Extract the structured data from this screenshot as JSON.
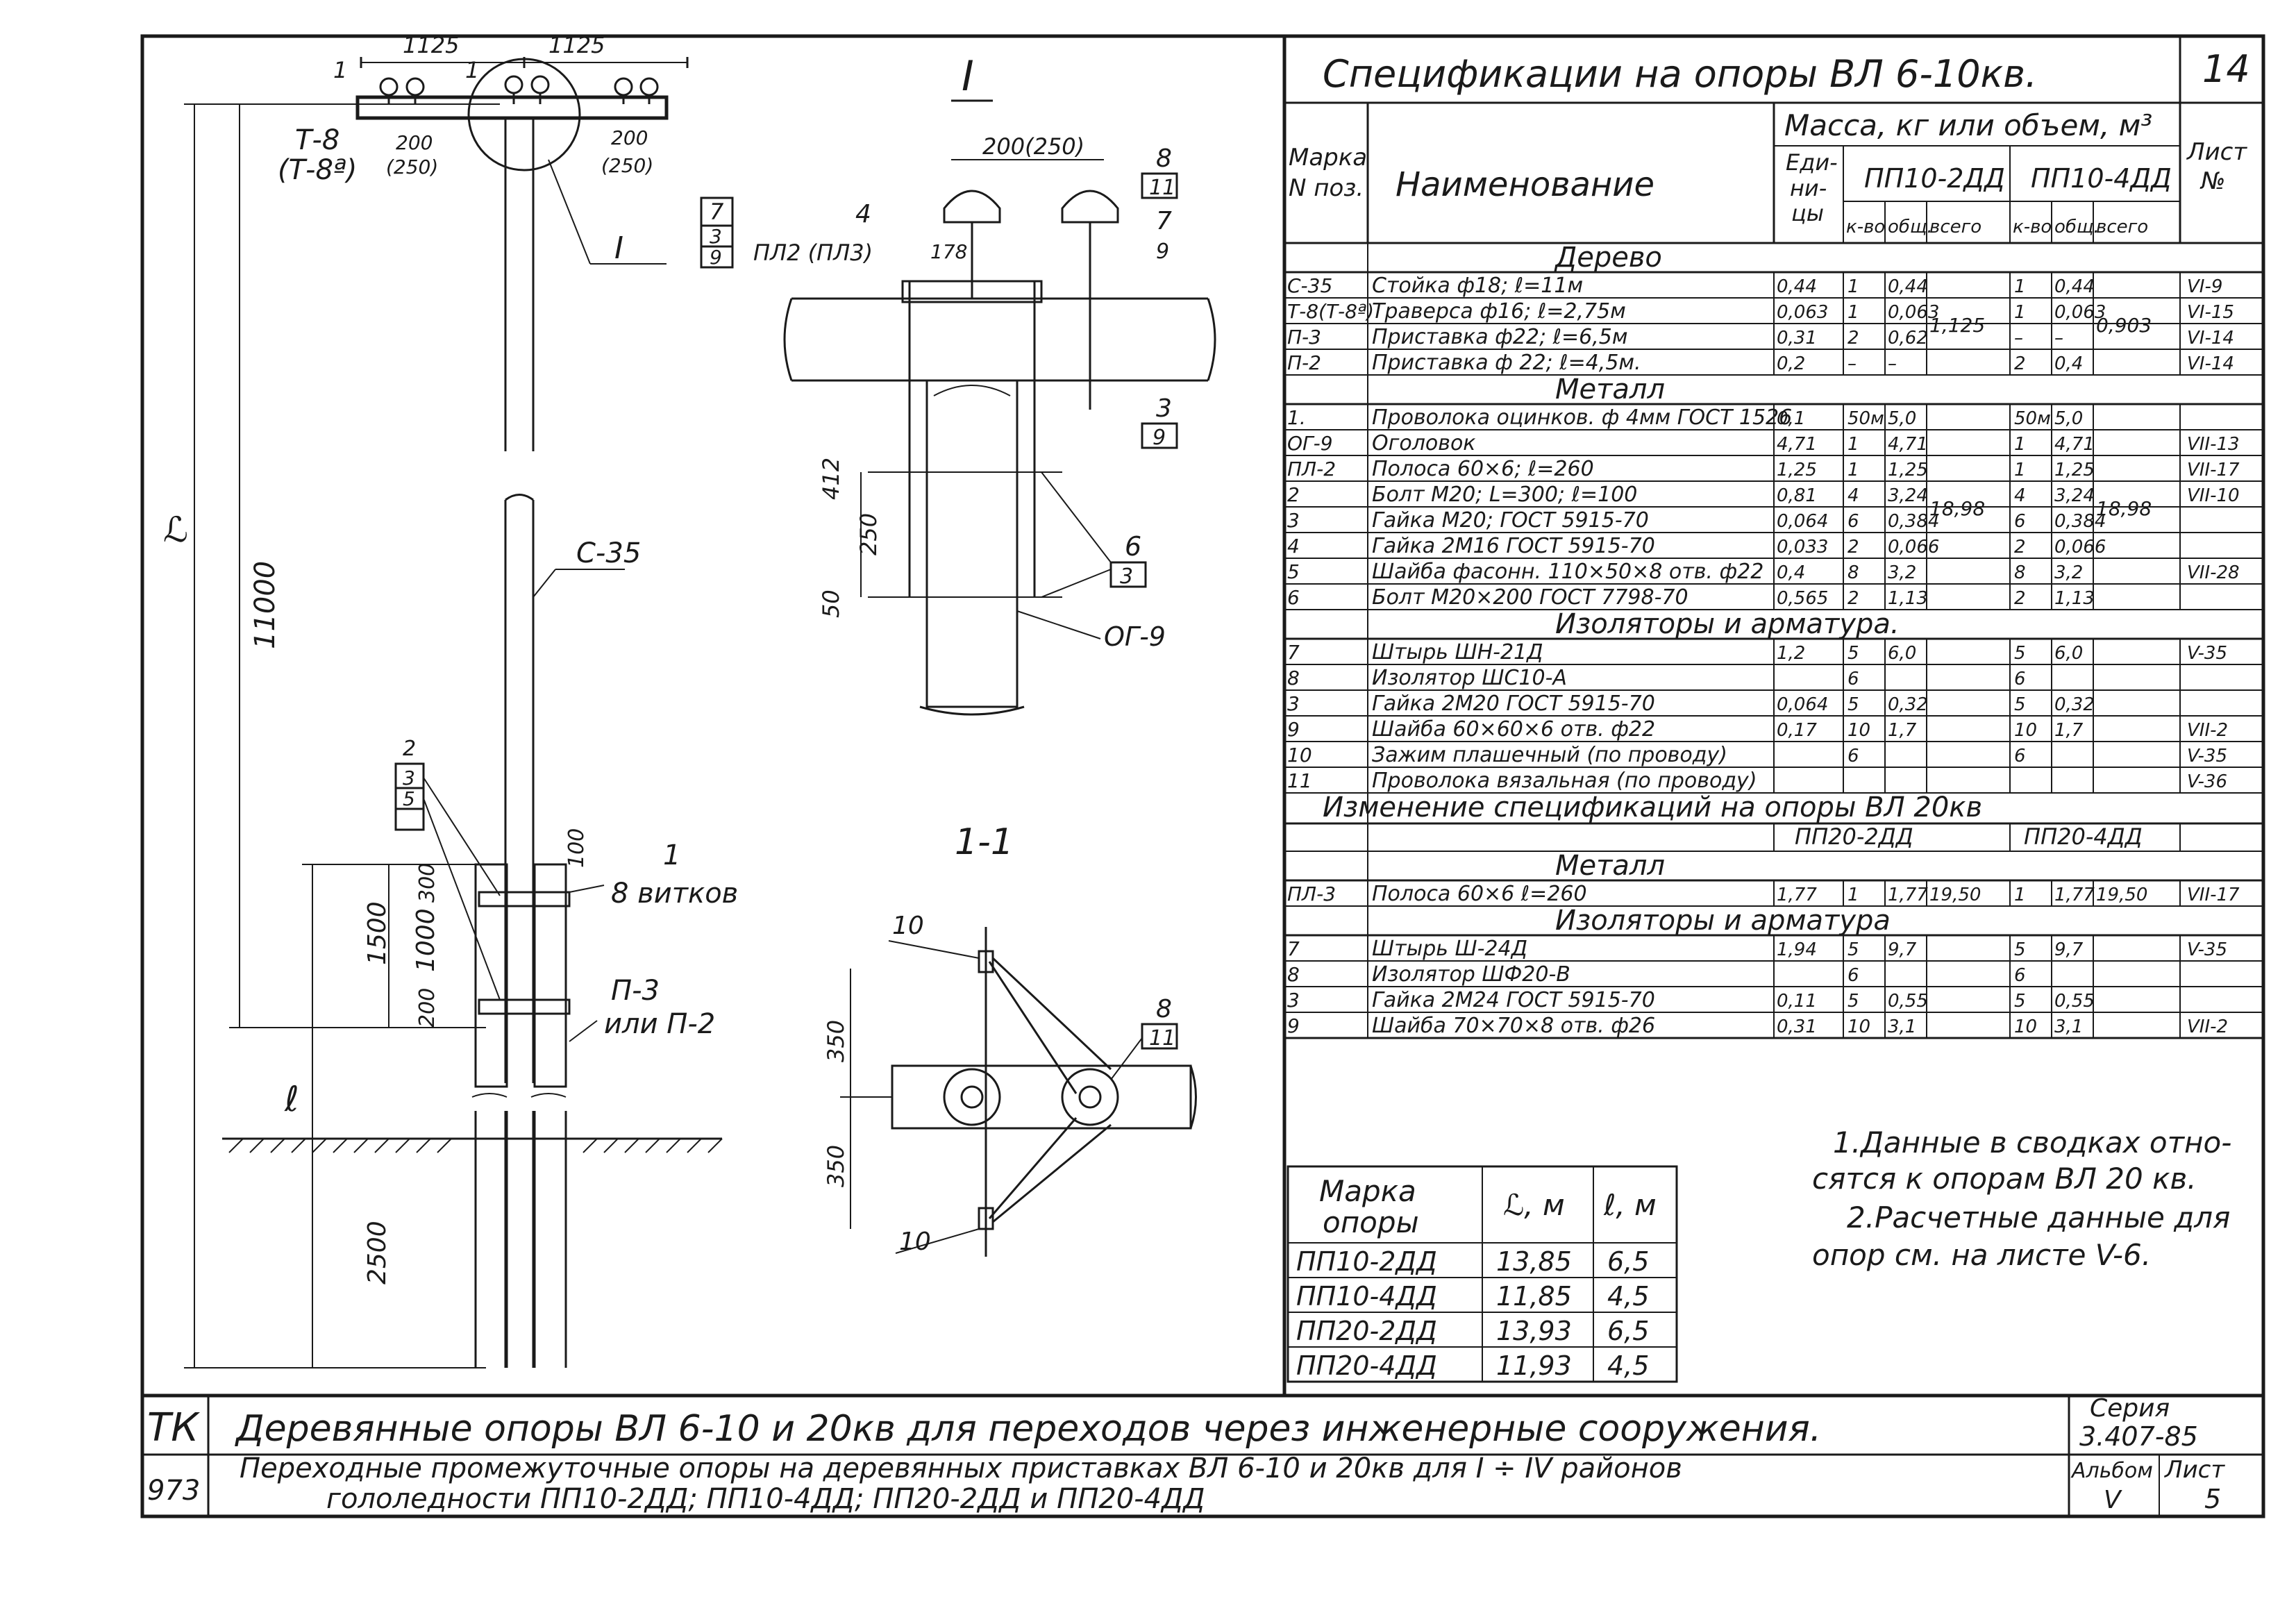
{
  "sheet_number": "14",
  "spec": {
    "title": "Спецификации на опоры ВЛ 6-10кв.",
    "head": {
      "mark_a": "Марка",
      "mark_b": "N поз.",
      "name": "Наименование",
      "mass": "Масса, кг или объем, м³",
      "unit_a": "Еди-",
      "unit_b": "ни-",
      "unit_c": "цы",
      "pp10_2dd": "ПП10-2ДД",
      "pp10_4dd": "ПП10-4ДД",
      "kvo": "к-во",
      "obsh": "общ.",
      "vsego": "всего",
      "list_a": "Лист",
      "list_b": "№"
    },
    "sec_wood": "Дерево",
    "wood_total_a": "1,125",
    "wood_total_b": "0,903",
    "rows_wood": [
      {
        "mark": "С-35",
        "name": "Стойка ф18; ℓ=11м",
        "unit": "0,44",
        "k1": "1",
        "o1": "0,44",
        "k2": "1",
        "o2": "0,44",
        "sheet": "VI-9"
      },
      {
        "mark": "Т-8(Т-8ª)",
        "name": "Траверса ф16; ℓ=2,75м",
        "unit": "0,063",
        "k1": "1",
        "o1": "0,063",
        "k2": "1",
        "o2": "0,063",
        "sheet": "VI-15"
      },
      {
        "mark": "П-3",
        "name": "Приставка ф22; ℓ=6,5м",
        "unit": "0,31",
        "k1": "2",
        "o1": "0,62",
        "k2": "–",
        "o2": "–",
        "sheet": "VI-14"
      },
      {
        "mark": "П-2",
        "name": "Приставка ф 22; ℓ=4,5м.",
        "unit": "0,2",
        "k1": "–",
        "o1": "–",
        "k2": "2",
        "o2": "0,4",
        "sheet": "VI-14"
      }
    ],
    "sec_metal": "Металл",
    "metal_total_a": "18,98",
    "metal_total_b": "18,98",
    "rows_metal": [
      {
        "mark": "1.",
        "name": "Проволока оцинков. ф 4мм ГОСТ 1526",
        "unit": "0,1",
        "k1": "50м",
        "o1": "5,0",
        "k2": "50м",
        "o2": "5,0",
        "sheet": ""
      },
      {
        "mark": "ОГ-9",
        "name": "Оголовок",
        "unit": "4,71",
        "k1": "1",
        "o1": "4,71",
        "k2": "1",
        "o2": "4,71",
        "sheet": "VII-13"
      },
      {
        "mark": "ПЛ-2",
        "name": "Полоса 60×6; ℓ=260",
        "unit": "1,25",
        "k1": "1",
        "o1": "1,25",
        "k2": "1",
        "o2": "1,25",
        "sheet": "VII-17"
      },
      {
        "mark": "2",
        "name": "Болт М20; L=300; ℓ=100",
        "unit": "0,81",
        "k1": "4",
        "o1": "3,24",
        "k2": "4",
        "o2": "3,24",
        "sheet": "VII-10"
      },
      {
        "mark": "3",
        "name": "Гайка М20; ГОСТ 5915-70",
        "unit": "0,064",
        "k1": "6",
        "o1": "0,384",
        "k2": "6",
        "o2": "0,384",
        "sheet": ""
      },
      {
        "mark": "4",
        "name": "Гайка 2М16 ГОСТ 5915-70",
        "unit": "0,033",
        "k1": "2",
        "o1": "0,066",
        "k2": "2",
        "o2": "0,066",
        "sheet": ""
      },
      {
        "mark": "5",
        "name": "Шайба фасонн. 110×50×8 отв. ф22",
        "unit": "0,4",
        "k1": "8",
        "o1": "3,2",
        "k2": "8",
        "o2": "3,2",
        "sheet": "VII-28"
      },
      {
        "mark": "6",
        "name": "Болт М20×200 ГОСТ 7798-70",
        "unit": "0,565",
        "k1": "2",
        "o1": "1,13",
        "k2": "2",
        "o2": "1,13",
        "sheet": ""
      }
    ],
    "sec_ins": "Изоляторы и арматура.",
    "rows_ins": [
      {
        "mark": "7",
        "name": "Штырь ШН-21Д",
        "unit": "1,2",
        "k1": "5",
        "o1": "6,0",
        "k2": "5",
        "o2": "6,0",
        "sheet": "V-35"
      },
      {
        "mark": "8",
        "name": "Изолятор ШС10-А",
        "unit": "",
        "k1": "6",
        "o1": "",
        "k2": "6",
        "o2": "",
        "sheet": ""
      },
      {
        "mark": "3",
        "name": "Гайка 2М20 ГОСТ 5915-70",
        "unit": "0,064",
        "k1": "5",
        "o1": "0,32",
        "k2": "5",
        "o2": "0,32",
        "sheet": ""
      },
      {
        "mark": "9",
        "name": "Шайба 60×60×6 отв. ф22",
        "unit": "0,17",
        "k1": "10",
        "o1": "1,7",
        "k2": "10",
        "o2": "1,7",
        "sheet": "VII-2"
      },
      {
        "mark": "10",
        "name": "Зажим плашечный (по проводу)",
        "unit": "",
        "k1": "6",
        "o1": "",
        "k2": "6",
        "o2": "",
        "sheet": "V-35"
      },
      {
        "mark": "11",
        "name": "Проволока вязальная (по проводу)",
        "unit": "",
        "k1": "",
        "o1": "",
        "k2": "",
        "o2": "",
        "sheet": "V-36"
      }
    ],
    "change_title": "Изменение спецификаций на опоры ВЛ 20кв",
    "change_pp20_2dd": "ПП20-2ДД",
    "change_pp20_4dd": "ПП20-4ДД",
    "sec_metal2": "Металл",
    "rows_metal2": [
      {
        "mark": "ПЛ-3",
        "name": "Полоса 60×6 ℓ=260",
        "unit": "1,77",
        "k1": "1",
        "o1": "1,77",
        "t1": "19,50",
        "k2": "1",
        "o2": "1,77",
        "t2": "19,50",
        "sheet": "VII-17"
      }
    ],
    "sec_ins2": "Изоляторы и арматура",
    "rows_ins2": [
      {
        "mark": "7",
        "name": "Штырь Ш-24Д",
        "unit": "1,94",
        "k1": "5",
        "o1": "9,7",
        "k2": "5",
        "o2": "9,7",
        "sheet": "V-35"
      },
      {
        "mark": "8",
        "name": "Изолятор ШФ20-В",
        "unit": "",
        "k1": "6",
        "o1": "",
        "k2": "6",
        "o2": "",
        "sheet": ""
      },
      {
        "mark": "3",
        "name": "Гайка 2М24 ГОСТ 5915-70",
        "unit": "0,11",
        "k1": "5",
        "o1": "0,55",
        "k2": "5",
        "o2": "0,55",
        "sheet": ""
      },
      {
        "mark": "9",
        "name": "Шайба 70×70×8 отв. ф26",
        "unit": "0,31",
        "k1": "10",
        "o1": "3,1",
        "k2": "10",
        "o2": "3,1",
        "sheet": "VII-2"
      }
    ]
  },
  "poles": {
    "head_mark_a": "Марка",
    "head_mark_b": "опоры",
    "head_L": "ℒ, м",
    "head_l": "ℓ, м",
    "rows": [
      {
        "mark": "ПП10-2ДД",
        "L": "13,85",
        "l": "6,5"
      },
      {
        "mark": "ПП10-4ДД",
        "L": "11,85",
        "l": "4,5"
      },
      {
        "mark": "ПП20-2ДД",
        "L": "13,93",
        "l": "6,5"
      },
      {
        "mark": "ПП20-4ДД",
        "L": "11,93",
        "l": "4,5"
      }
    ]
  },
  "notes": [
    "1.Данные в сводках отно-",
    "сятся к опорам ВЛ 20 кв.",
    "2.Расчетные данные для",
    "опор см. на листе V-6."
  ],
  "title_block": {
    "org": "ТК",
    "code": "973",
    "line1": "Деревянные опоры ВЛ 6-10 и 20кв для переходов через инженерные сооружения.",
    "line2": "Переходные промежуточные опоры на деревянных приставках ВЛ 6-10 и 20кв для I ÷ IV районов",
    "line3": "гололедности ПП10-2ДД; ПП10-4ДД; ПП20-2ДД и ПП20-4ДД",
    "series_label": "Серия",
    "series": "3.407-85",
    "album_label": "Альбом",
    "album": "V",
    "sheet_label": "Лист",
    "sheet": "5"
  },
  "drawing": {
    "dim_1125_a": "1125",
    "dim_1125_b": "1125",
    "dim_200": "200",
    "dim_250": "(250)",
    "dim_200b": "200",
    "dim_250b": "(250)",
    "cut_1a": "1",
    "cut_1b": "1",
    "t8": "Т-8",
    "t8a": "(Т-8ª)",
    "callout_I": "I",
    "tag_7": "7",
    "tag_3": "3",
    "tag_9": "9",
    "dim_L": "ℒ",
    "dim_11000": "11000",
    "dim_l": "ℓ",
    "c35": "С-35",
    "tag_2": "2",
    "tag_3b": "3",
    "tag_5": "5",
    "dim_100": "100",
    "tag_1": "1",
    "turns": "8 витков",
    "dim_1500": "1500",
    "dim_1000": "1000",
    "dim_300": "300",
    "dim_200c": "200",
    "p3": "П-3",
    "or_p2": "или П-2",
    "dim_2500": "2500",
    "view_I": "I",
    "d_200_250": "200(250)",
    "pl2": "ПЛ2 (ПЛ3)",
    "t4": "4",
    "d178": "178",
    "t8b": "8",
    "t11": "11",
    "t7b": "7",
    "t9b": "9",
    "t3c": "3",
    "t9c": "9",
    "d412": "412",
    "d250b": "250",
    "d50": "50",
    "t6": "6",
    "t3d": "3",
    "og9": "ОГ-9",
    "sec11": "1-1",
    "t10a": "10",
    "t10b": "10",
    "t8c": "8",
    "t11b": "11",
    "d350a": "350",
    "d350b": "350"
  }
}
